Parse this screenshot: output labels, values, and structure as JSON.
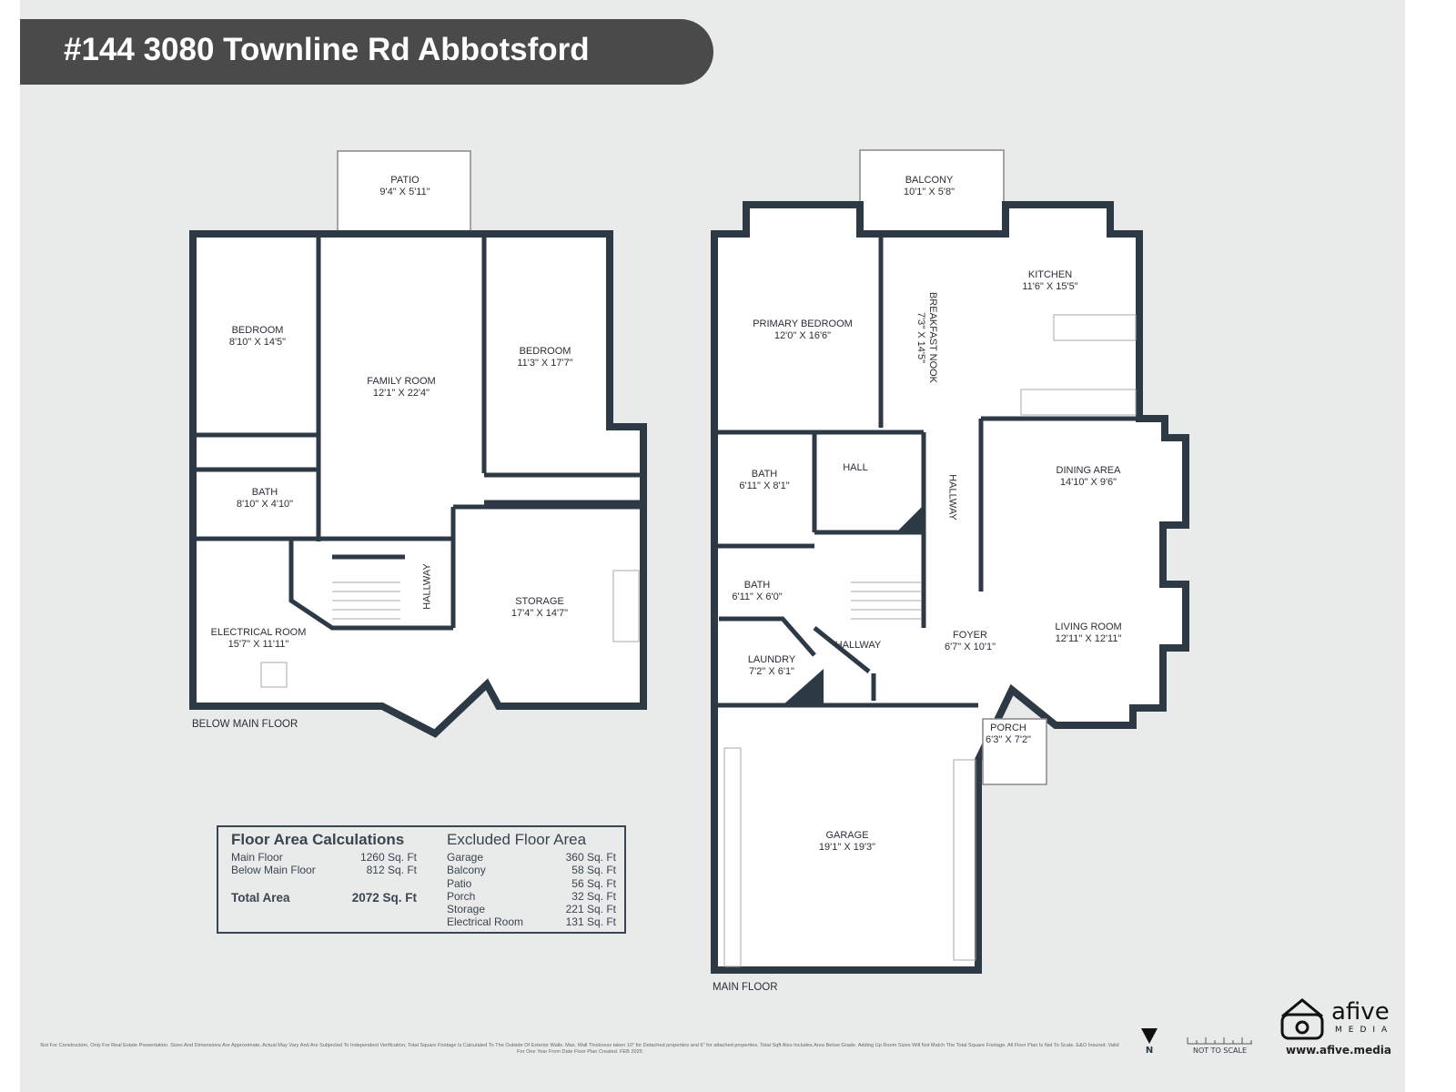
{
  "title": "#144 3080 Townline Rd Abbotsford",
  "below_floor": {
    "label": "BELOW MAIN FLOOR",
    "rooms": [
      {
        "name": "PATIO",
        "dims": "9'4\" X 5'11\""
      },
      {
        "name": "BEDROOM",
        "dims": "8'10\" X 14'5\""
      },
      {
        "name": "FAMILY ROOM",
        "dims": "12'1\" X 22'4\""
      },
      {
        "name": "BEDROOM",
        "dims": "11'3\" X 17'7\""
      },
      {
        "name": "BATH",
        "dims": "8'10\" X 4'10\""
      },
      {
        "name": "STORAGE",
        "dims": "17'4\" X 14'7\""
      },
      {
        "name": "ELECTRICAL ROOM",
        "dims": "15'7\" X 11'11\""
      },
      {
        "name": "HALLWAY",
        "dims": ""
      }
    ]
  },
  "main_floor": {
    "label": "MAIN FLOOR",
    "rooms": [
      {
        "name": "BALCONY",
        "dims": "10'1\" X 5'8\""
      },
      {
        "name": "KITCHEN",
        "dims": "11'6\" X 15'5\""
      },
      {
        "name": "PRIMARY BEDROOM",
        "dims": "12'0\" X 16'6\""
      },
      {
        "name": "BREAKFAST NOOK",
        "dims": "7'3\" X 14'5\""
      },
      {
        "name": "BATH",
        "dims": "6'11\" X 8'1\""
      },
      {
        "name": "HALL",
        "dims": ""
      },
      {
        "name": "HALLWAY",
        "dims": ""
      },
      {
        "name": "DINING AREA",
        "dims": "14'10\" X 9'6\""
      },
      {
        "name": "BATH",
        "dims": "6'11\" X 6'0\""
      },
      {
        "name": "LIVING ROOM",
        "dims": "12'11\" X 12'11\""
      },
      {
        "name": "FOYER",
        "dims": "6'7\" X 10'1\""
      },
      {
        "name": "HALLWAY",
        "dims": ""
      },
      {
        "name": "LAUNDRY",
        "dims": "7'2\" X 6'1\""
      },
      {
        "name": "PORCH",
        "dims": "6'3\" X 7'2\""
      },
      {
        "name": "GARAGE",
        "dims": "19'1\" X 19'3\""
      }
    ]
  },
  "area_table": {
    "left_title": "Floor Area Calculations",
    "left_rows": [
      {
        "label": "Main Floor",
        "value": "1260 Sq. Ft"
      },
      {
        "label": "Below Main Floor",
        "value": "812 Sq. Ft"
      }
    ],
    "total": {
      "label": "Total Area",
      "value": "2072 Sq. Ft"
    },
    "right_title": "Excluded Floor Area",
    "right_rows": [
      {
        "label": "Garage",
        "value": "360 Sq. Ft"
      },
      {
        "label": "Balcony",
        "value": "58 Sq. Ft"
      },
      {
        "label": "Patio",
        "value": "56 Sq. Ft"
      },
      {
        "label": "Porch",
        "value": "32 Sq. Ft"
      },
      {
        "label": "Storage",
        "value": "221 Sq. Ft"
      },
      {
        "label": "Electrical Room",
        "value": "131 Sq. Ft"
      }
    ]
  },
  "footer_note": "Not For Construction, Only For Real Estate Presentation. Sizes And Dimensions Are Approximate, Actual May Vary And Are Subjected To Independent Verification; Total Square Footage Is Calculated To The Outside Of Exterior Walls. Max. Wall Thickness taken 10\" for Detached properties and 6\" for attached properties. Total Sqft Also Includes Area Below Grade. Adding Up Room Sizes Will Not Match The Total Square Footage. All Floor Plan Is Not To Scale. E&O Insured. Valid For One Year From Date Floor Plan Created. FEB 2025",
  "north_label": "N",
  "scale_label": "NOT TO SCALE",
  "logo": {
    "brand": "afive",
    "sub": "MEDIA",
    "url": "www.afive.media"
  },
  "colors": {
    "wall": "#2d3a46",
    "background": "#e9eaea",
    "title_bar": "#4a4a4a"
  }
}
